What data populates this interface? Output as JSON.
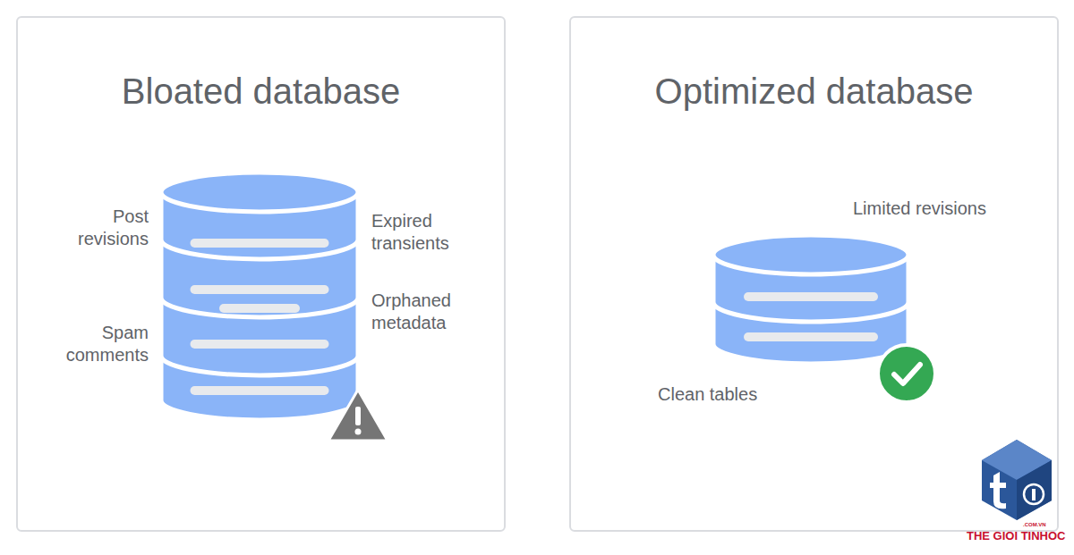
{
  "diagram": {
    "nodes": [
      {
        "text": [
          "Bloated database"
        ]
      },
      {
        "text": [
          "Optimized database"
        ]
      }
    ],
    "labels": [
      "Post revisions",
      "Expired transients",
      "Orphaned metadata",
      "Spam comments",
      "Limited revisions",
      "Clean tables",
      ".COM.VN",
      "THE GIOI TINHOC"
    ]
  }
}
